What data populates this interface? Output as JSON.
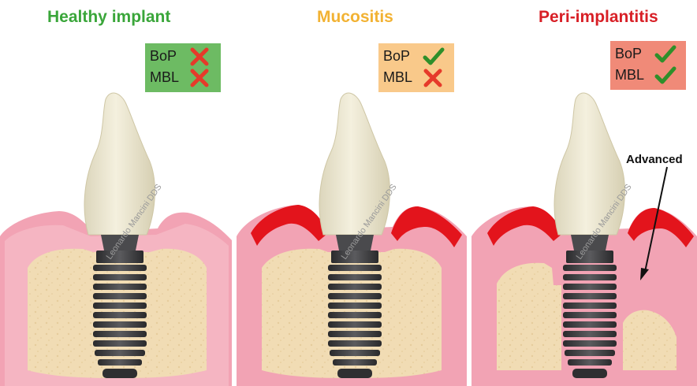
{
  "panels": [
    {
      "title": "Healthy implant",
      "title_color": "#3aa63a",
      "legend_bg": "#6dbb63",
      "rows": [
        {
          "label": "BoP",
          "mark": "cross-icon"
        },
        {
          "label": "MBL",
          "mark": "cross-icon"
        }
      ]
    },
    {
      "title": "Mucositis",
      "title_color": "#f2b233",
      "legend_bg": "#f9c98a",
      "rows": [
        {
          "label": "BoP",
          "mark": "check-icon"
        },
        {
          "label": "MBL",
          "mark": "cross-icon"
        }
      ]
    },
    {
      "title": "Peri-implantitis",
      "title_color": "#d81f26",
      "legend_bg": "#f08a78",
      "rows": [
        {
          "label": "BoP",
          "mark": "check-icon"
        },
        {
          "label": "MBL",
          "mark": "check-icon"
        }
      ]
    }
  ],
  "annotation": "Advanced",
  "watermark": "Leonardo Mancini DDS",
  "colors": {
    "gum": "#f2a3b4",
    "gum_inner": "#f7c2cc",
    "bone": "#f1dcb4",
    "inflamed": "#e3141c",
    "crown": "#ede8d2",
    "implant": "#3b3b3d",
    "cross": "#e63a2a",
    "check": "#2f8f2a"
  }
}
